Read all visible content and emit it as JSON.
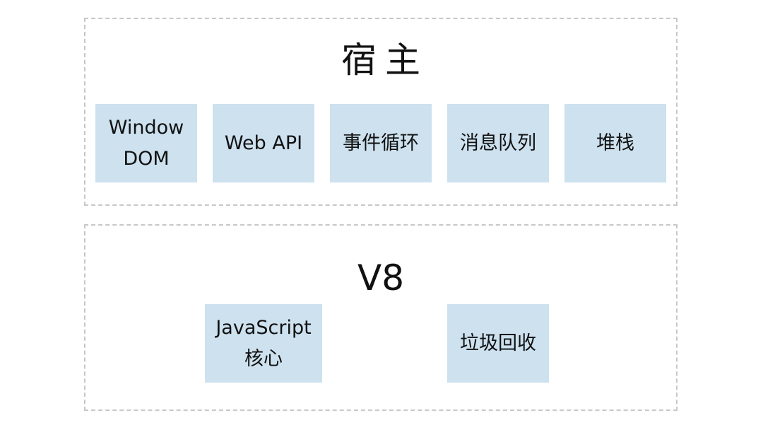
{
  "host": {
    "title": "宿主",
    "boxes": [
      {
        "lines": [
          "Window",
          "DOM"
        ]
      },
      {
        "lines": [
          "Web API"
        ]
      },
      {
        "lines": [
          "事件循环"
        ]
      },
      {
        "lines": [
          "消息队列"
        ]
      },
      {
        "lines": [
          "堆栈"
        ]
      }
    ]
  },
  "v8": {
    "title": "V8",
    "boxes": [
      {
        "lines": [
          "JavaScript",
          "核心"
        ]
      },
      {
        "lines": [
          "垃圾回收"
        ]
      }
    ]
  },
  "colors": {
    "box_fill": "#cde1ef",
    "border": "#c8c8c8",
    "text": "#111111"
  }
}
